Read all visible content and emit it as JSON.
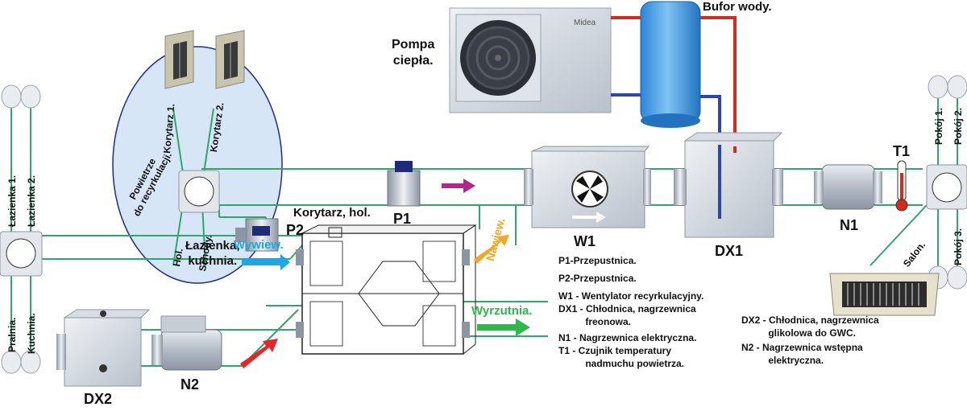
{
  "labels": {
    "pompa": "Pompa\nciepła.",
    "bufor": "Bufor wody.",
    "powietrze": "Powietrze\ndo recyrkulacji.",
    "korytarz1": "Korytarz 1.",
    "korytarz2": "Korytarz 2.",
    "hol": "Hol.",
    "schody": "Schody.",
    "korytarz_hol": "Korytarz, hol.",
    "p1": "P1",
    "p2": "P2",
    "w1": "W1",
    "dx1": "DX1",
    "n1": "N1",
    "t1": "T1",
    "dx2": "DX2",
    "n2": "N2",
    "lazienka_kuchnia": "Łazienka,\nkuchnia.",
    "wywiew": "Wywiew.",
    "nawiew": "Nawiew.",
    "wyrzutnia": "Wyrzutnia.",
    "lazienka1": "Łazienka 1.",
    "lazienka2": "Łazienka 2.",
    "pralnia": "Pralnia.",
    "kuchnia": "Kuchnia.",
    "pokoj1": "Pokój 1.",
    "pokoj2": "Pokój 2.",
    "pokoj3": "Pokój 3.",
    "salon": "Salon.",
    "brand": "Midea"
  },
  "legend_left": [
    "P1-Przepustnica.",
    "P2-Przepustnica.",
    "W1 - Wentylator recyrkulacyjny.",
    "DX1 - Chłodnica, nagrzewnica\n          freonowa.",
    "N1 - Nagrzewnica elektryczna.",
    "T1 - Czujnik temperatury\n          nadmuchu powietrza."
  ],
  "legend_right": [
    "DX2 - Chłodnica, nagrzewnica\n          glikolowa do GWC.",
    "N2 - Nagrzewnica wstępna\n          elektryczna."
  ],
  "colors": {
    "duct": "#2fa66a",
    "bubble": "#d6e6f7",
    "cyan_arrow": "#1aa8e8",
    "orange_arrow": "#f5a623",
    "green_arrow": "#2fb84a",
    "red_arrow": "#e8232a",
    "magenta_arrow": "#b0278f",
    "hot_pipe": "#d62a1f",
    "cold_pipe": "#2b45b5"
  }
}
